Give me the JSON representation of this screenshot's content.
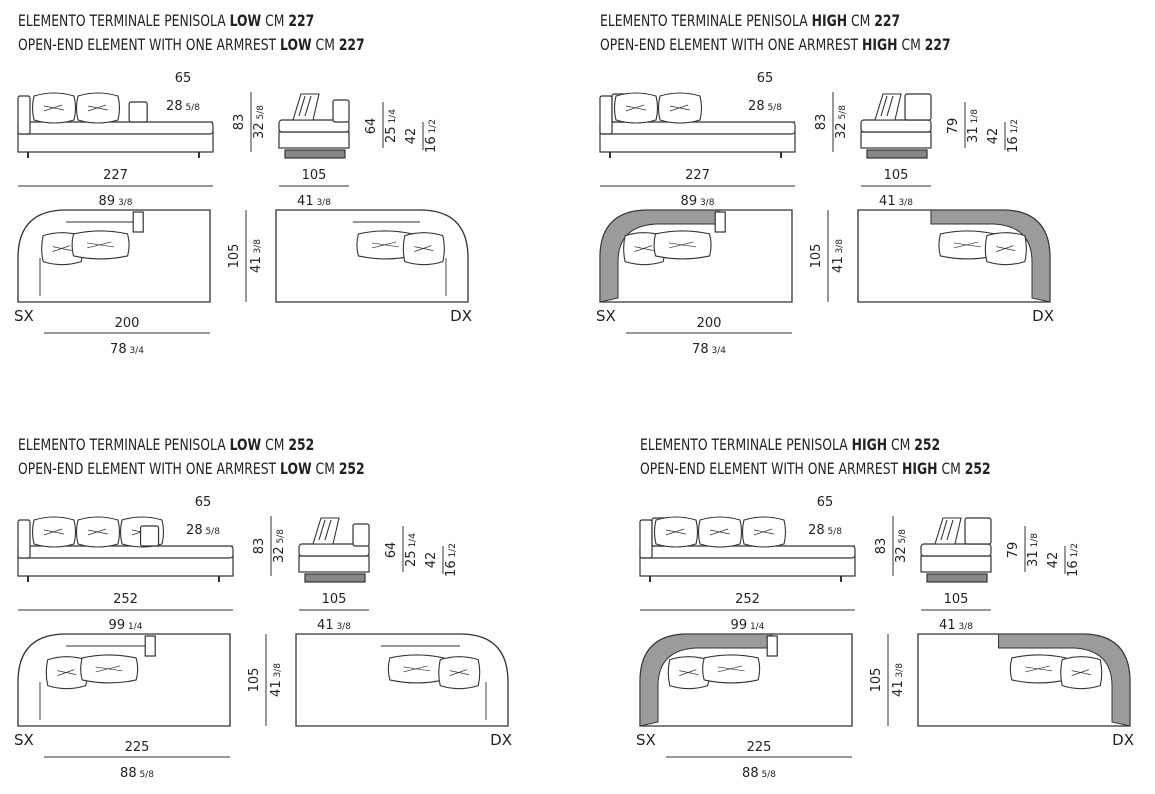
{
  "panels": [
    {
      "id": "low227",
      "title_it": {
        "pre": "ELEMENTO TERMINALE PENISOLA ",
        "strong1": "LOW",
        "mid": " CM ",
        "strong2": "227"
      },
      "title_en": {
        "pre": "OPEN-END ELEMENT WITH ONE ARMREST ",
        "strong1": "LOW",
        "mid": " CM ",
        "strong2": "227"
      },
      "type": "low",
      "dims": {
        "seat_depth_cm": "65",
        "seat_depth_in": "28 5/8",
        "height_cm": "83",
        "height_in": "32 5/8",
        "side_h_cm": "64",
        "side_h_in": "25 1/4",
        "seat_h_cm": "42",
        "seat_h_in": "16 1/2",
        "width_cm": "227",
        "width_in": "89 3/8",
        "depth_cm": "105",
        "depth_in": "41 3/8",
        "plan_depth_cm": "105",
        "plan_depth_in": "41 3/8",
        "inner_cm": "200",
        "inner_in": "78 3/4"
      },
      "labels": {
        "sx": "SX",
        "dx": "DX"
      }
    },
    {
      "id": "high227",
      "title_it": {
        "pre": "ELEMENTO TERMINALE PENISOLA ",
        "strong1": "HIGH",
        "mid": " CM ",
        "strong2": "227"
      },
      "title_en": {
        "pre": "OPEN-END ELEMENT WITH ONE ARMREST ",
        "strong1": "HIGH",
        "mid": " CM ",
        "strong2": "227"
      },
      "type": "high",
      "dims": {
        "seat_depth_cm": "65",
        "seat_depth_in": "28 5/8",
        "height_cm": "83",
        "height_in": "32 5/8",
        "side_h_cm": "79",
        "side_h_in": "31 1/8",
        "seat_h_cm": "42",
        "seat_h_in": "16 1/2",
        "width_cm": "227",
        "width_in": "89 3/8",
        "depth_cm": "105",
        "depth_in": "41 3/8",
        "plan_depth_cm": "105",
        "plan_depth_in": "41 3/8",
        "inner_cm": "200",
        "inner_in": "78 3/4"
      },
      "labels": {
        "sx": "SX",
        "dx": "DX"
      }
    },
    {
      "id": "low252",
      "title_it": {
        "pre": "ELEMENTO TERMINALE PENISOLA ",
        "strong1": "LOW",
        "mid": " CM ",
        "strong2": "252"
      },
      "title_en": {
        "pre": "OPEN-END ELEMENT WITH ONE ARMREST ",
        "strong1": "LOW",
        "mid": " CM ",
        "strong2": "252"
      },
      "type": "low",
      "dims": {
        "seat_depth_cm": "65",
        "seat_depth_in": "28 5/8",
        "height_cm": "83",
        "height_in": "32 5/8",
        "side_h_cm": "64",
        "side_h_in": "25 1/4",
        "seat_h_cm": "42",
        "seat_h_in": "16 1/2",
        "width_cm": "252",
        "width_in": "99 1/4",
        "depth_cm": "105",
        "depth_in": "41 3/8",
        "plan_depth_cm": "105",
        "plan_depth_in": "41 3/8",
        "inner_cm": "225",
        "inner_in": "88 5/8"
      },
      "labels": {
        "sx": "SX",
        "dx": "DX"
      }
    },
    {
      "id": "high252",
      "title_it": {
        "pre": "ELEMENTO TERMINALE PENISOLA ",
        "strong1": "HIGH",
        "mid": " CM ",
        "strong2": "252"
      },
      "title_en": {
        "pre": "OPEN-END ELEMENT WITH ONE ARMREST ",
        "strong1": "HIGH",
        "mid": " CM ",
        "strong2": "252"
      },
      "type": "high",
      "dims": {
        "seat_depth_cm": "65",
        "seat_depth_in": "28 5/8",
        "height_cm": "83",
        "height_in": "32 5/8",
        "side_h_cm": "79",
        "side_h_in": "31 1/8",
        "seat_h_cm": "42",
        "seat_h_in": "16 1/2",
        "width_cm": "252",
        "width_in": "99 1/4",
        "depth_cm": "105",
        "depth_in": "41 3/8",
        "plan_depth_cm": "105",
        "plan_depth_in": "41 3/8",
        "inner_cm": "225",
        "inner_in": "88 5/8"
      },
      "labels": {
        "sx": "SX",
        "dx": "DX"
      }
    }
  ],
  "colors": {
    "line": "#333333",
    "fill_high": "#9b9b9b",
    "base": "#555555"
  }
}
